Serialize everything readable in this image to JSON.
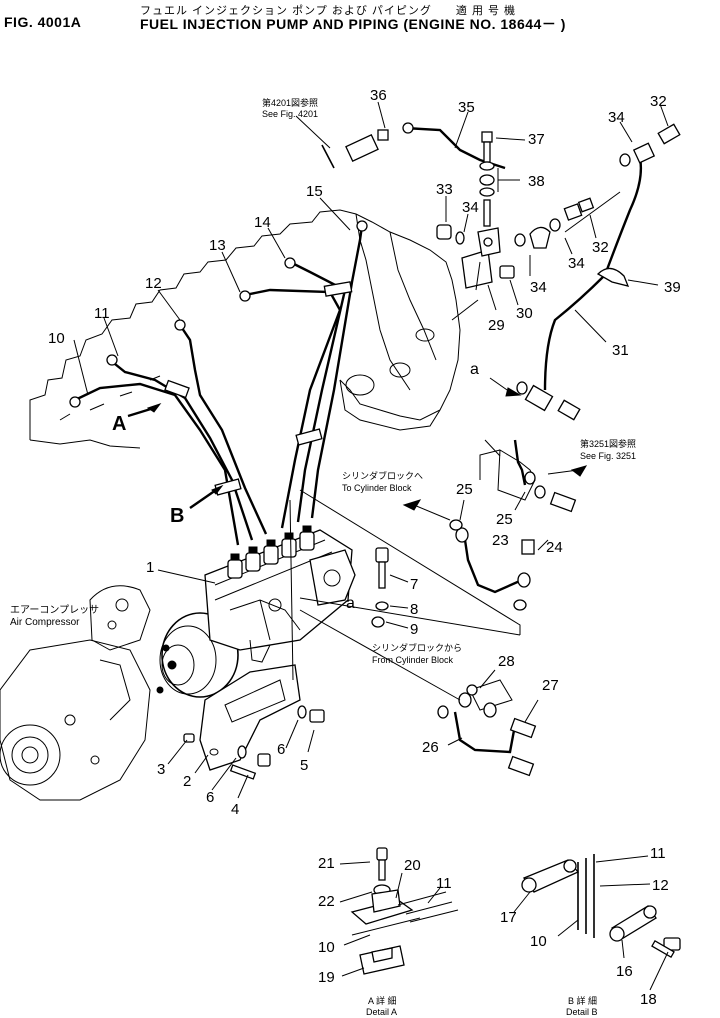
{
  "header": {
    "jp_title": "フュエル インジェクション ポンプ および パイピング　　適 用 号 機",
    "figure_no": "FIG. 4001A",
    "title": "FUEL INJECTION PUMP AND PIPING (ENGINE NO. 18644－ )"
  },
  "refs": {
    "fig4201_jp": "第4201図参照",
    "fig4201": "See Fig. 4201",
    "fig3251_jp": "第3251図参照",
    "fig3251": "See Fig. 3251"
  },
  "labels": {
    "air_compressor_jp": "エアーコンプレッサ",
    "air_compressor": "Air Compressor",
    "to_cyl_jp": "シリンダブロックへ",
    "to_cyl": "To Cylinder Block",
    "from_cyl_jp": "シリンダブロックから",
    "from_cyl": "From Cylinder Block",
    "detail_a_jp": "A 詳 細",
    "detail_a": "Detail A",
    "detail_b_jp": "B 詳 細",
    "detail_b": "Detail B"
  },
  "callouts": {
    "a": "A",
    "b": "B",
    "a_small": "a",
    "a_small2": "a"
  },
  "part_numbers": {
    "n1": "1",
    "n2": "2",
    "n3": "3",
    "n4": "4",
    "n5": "5",
    "n6a": "6",
    "n6b": "6",
    "n7": "7",
    "n8": "8",
    "n9": "9",
    "n10": "10",
    "n11": "11",
    "n12": "12",
    "n13": "13",
    "n14": "14",
    "n15": "15",
    "n23": "23",
    "n24": "24",
    "n25a": "25",
    "n25b": "25",
    "n26": "26",
    "n27": "27",
    "n28": "28",
    "n29": "29",
    "n30": "30",
    "n31": "31",
    "n32a": "32",
    "n32b": "32",
    "n33": "33",
    "n34a": "34",
    "n34b": "34",
    "n34c": "34",
    "n34d": "34",
    "n35": "35",
    "n36": "36",
    "n37": "37",
    "n38": "38",
    "n39": "39",
    "d_a21": "21",
    "d_a22": "22",
    "d_a20": "20",
    "d_a11": "11",
    "d_a10": "10",
    "d_a19": "19",
    "d_b11": "11",
    "d_b12": "12",
    "d_b17": "17",
    "d_b10": "10",
    "d_b16": "16",
    "d_b18": "18"
  }
}
